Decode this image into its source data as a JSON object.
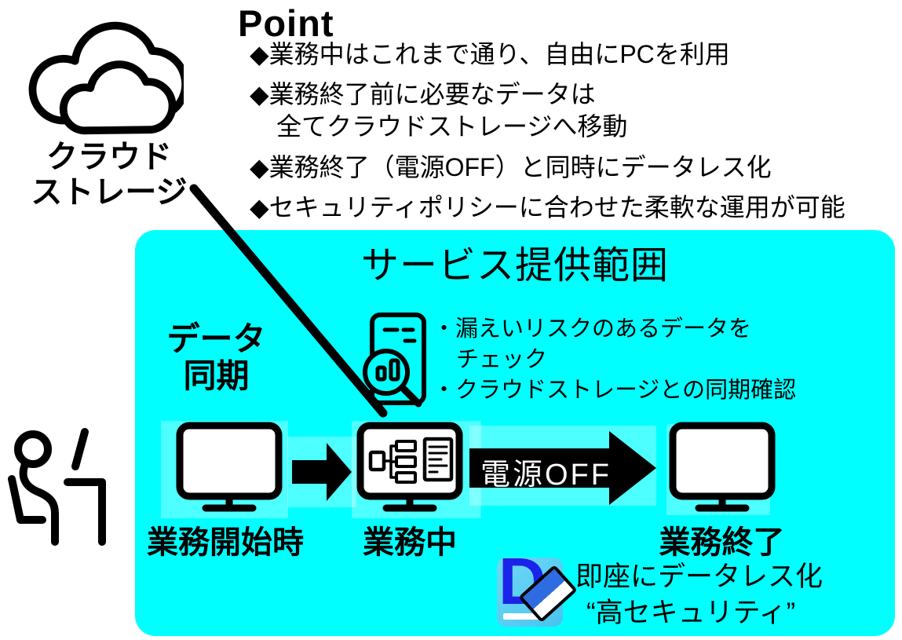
{
  "colors": {
    "service_box_bg": "#00ffff",
    "black": "#000000",
    "power_arrow_fill": "#000000",
    "power_arrow_text": "#ffffff",
    "logo_bg": "#55ccf5",
    "logo_letter_color": "#1a23e8",
    "eraser_blue": "#2f6ce2"
  },
  "cloud": {
    "label_line1": "クラウド",
    "label_line2": "ストレージ"
  },
  "point": {
    "heading": "Point",
    "bullets": [
      {
        "marker": "◆",
        "line1": "業務中はこれまで通り、自由にPCを利用"
      },
      {
        "marker": "◆",
        "line1": "業務終了前に必要なデータは",
        "line2": "全てクラウドストレージへ移動"
      },
      {
        "marker": "◆",
        "line1": "業務終了（電源OFF）と同時にデータレス化"
      },
      {
        "marker": "◆",
        "line1": "セキュリティポリシーに合わせた柔軟な運用が可能"
      }
    ]
  },
  "service_box": {
    "title": "サービス提供範囲",
    "data_sync_line1": "データ",
    "data_sync_line2": "同期",
    "check_notes": {
      "line1": "・漏えいリスクのあるデータを",
      "line2": "チェック",
      "line3": "・クラウドストレージとの同期確認"
    },
    "stages": [
      {
        "label": "業務開始時"
      },
      {
        "label": "業務中"
      },
      {
        "label": "業務終了"
      }
    ],
    "power_off_label": "電源OFF",
    "dataless": {
      "logo_letter": "D",
      "line1": "即座にデータレス化",
      "line2": "“高セキュリティ”"
    }
  }
}
